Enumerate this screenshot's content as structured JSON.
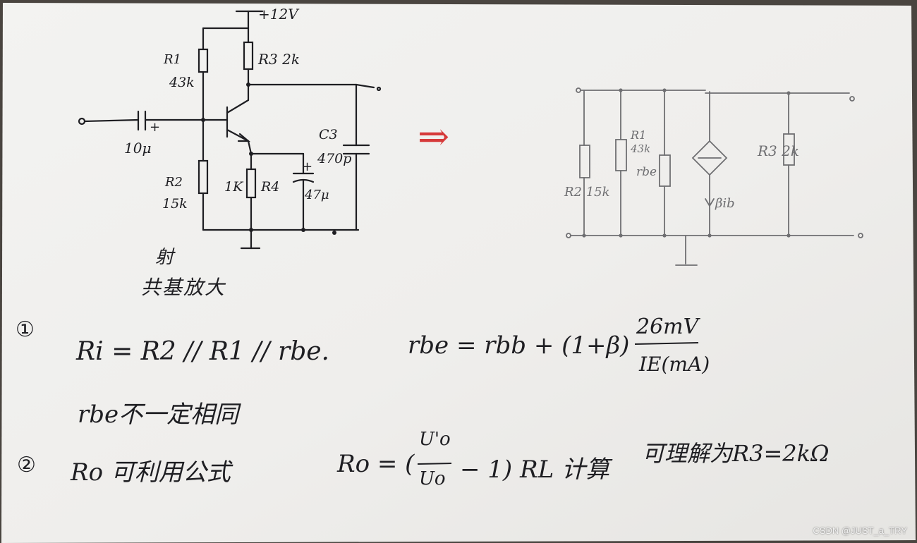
{
  "left_circuit": {
    "supply": "+12V",
    "r1_name": "R1",
    "r1_value": "43k",
    "r3_label": "R3 2k",
    "c1_value": "10μ",
    "c1_polarity": "+",
    "r2_name": "R2",
    "r2_value": "15k",
    "r4_value": "1K",
    "r4_name": "R4",
    "c2_polarity": "+",
    "c2_value": "47μ",
    "c3_name": "C3",
    "c3_value": "470p",
    "caption_top": "射",
    "caption_main": "共基放大"
  },
  "arrow": "⇒",
  "right_circuit": {
    "r1_name": "R1",
    "r1_value": "43k",
    "r2_label": "R2 15k",
    "rbe_label": "rbe",
    "source_label": "βib",
    "r3_label": "R3 2k"
  },
  "notes": {
    "item1_marker": "①",
    "ri_formula": "Ri = R2 // R1 // rbe.",
    "rbe_formula_lhs": "rbe = rbb + (1+β)",
    "rbe_numerator": "26mV",
    "rbe_denominator": "IE(mA)",
    "rbe_remark": "rbe不一定相同",
    "item2_marker": "②",
    "ro_note": "Ro 可利用公式",
    "ro_formula": "Ro = (U'o / Uo − 1) RL 计算",
    "ro_u_prime": "U'o",
    "ro_u": "Uo",
    "ro_lhs": "Ro = (",
    "ro_rhs": "− 1) RL 计算",
    "ro_remark": "可理解为R3=2kΩ"
  },
  "watermark": "CSDN @JUST_a_TRY",
  "colors": {
    "ink": "#1e1e22",
    "red_ink": "#d63a3a",
    "pencil": "#6f6f72",
    "paper": "#f1f1ef"
  }
}
